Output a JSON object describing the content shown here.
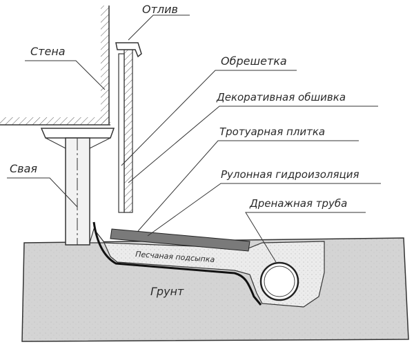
{
  "labels": {
    "drip_edge": "Отлив",
    "wall": "Стена",
    "battens": "Обрешетка",
    "decorative_cladding": "Декоративная обшивка",
    "paving_tile": "Тротуарная плитка",
    "roll_waterproofing": "Рулонная гидроизоляция",
    "pile": "Свая",
    "drain_pipe": "Дренажная труба",
    "sand_bedding": "Песчаная подсыпка",
    "soil": "Грунт"
  },
  "colors": {
    "line": "#333333",
    "ground_fill": "#d7d7d7",
    "hatch": "#555555",
    "tile_fill": "#7a7a7a",
    "pile_fill": "#f2f2f2"
  }
}
